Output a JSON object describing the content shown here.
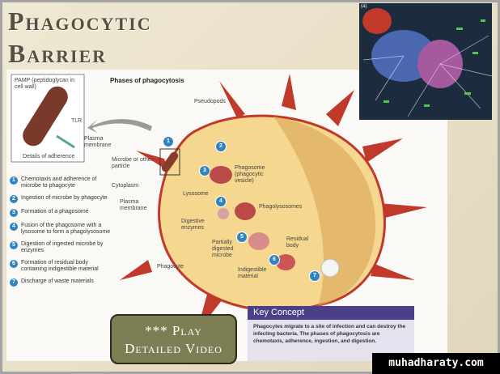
{
  "slide": {
    "title_line1": "Phagocytic",
    "title_line2": "Barrier"
  },
  "diagram": {
    "heading": "Phases of phagocytosis",
    "inset_pamp": "PAMP (peptidoglycan in cell wall)",
    "inset_tlr": "TLR",
    "inset_membrane": "Plasma membrane",
    "inset_caption": "Details of adherence",
    "labels": {
      "pseudopods": "Pseudopods",
      "microbe": "Microbe or other particle",
      "cytoplasm": "Cytoplasm",
      "plasma_membrane": "Plasma membrane",
      "lysosome": "Lysosome",
      "digestive_enzymes": "Digestive enzymes",
      "phagosome": "Phagosome (phagocytic vesicle)",
      "phagolysosomes": "Phagolysosomes",
      "partially_digested": "Partially digested microbe",
      "residual_body": "Residual body",
      "indigestible": "Indigestible material",
      "phagocyte": "Phagocyte"
    },
    "steps": [
      {
        "num": "1",
        "text": "Chemotaxis and adherence of microbe to phagocyte"
      },
      {
        "num": "2",
        "text": "Ingestion of microbe by phagocyte"
      },
      {
        "num": "3",
        "text": "Formation of a phagosome"
      },
      {
        "num": "4",
        "text": "Fusion of the phagosome with a lysosome to form a phagolysosome"
      },
      {
        "num": "5",
        "text": "Digestion of ingested microbe by enzymes"
      },
      {
        "num": "6",
        "text": "Formation of residual body containing indigestible material"
      },
      {
        "num": "7",
        "text": "Discharge of waste materials"
      }
    ]
  },
  "play_button": {
    "line1": "*** Play",
    "line2": "Detailed Video"
  },
  "key_concept": {
    "title": "Key Concept",
    "body": "Phagocytes migrate to a site of infection and can destroy the infecting bacteria. The phases of phagocytosis are chemotaxis, adherence, ingestion, and digestion."
  },
  "photo": {
    "label": "(a)"
  },
  "watermark": "muhadharaty.com",
  "colors": {
    "accent": "#2f83c1",
    "cell": "#f6d78f",
    "membrane": "#c0392b",
    "concept": "#4b3f8a"
  }
}
